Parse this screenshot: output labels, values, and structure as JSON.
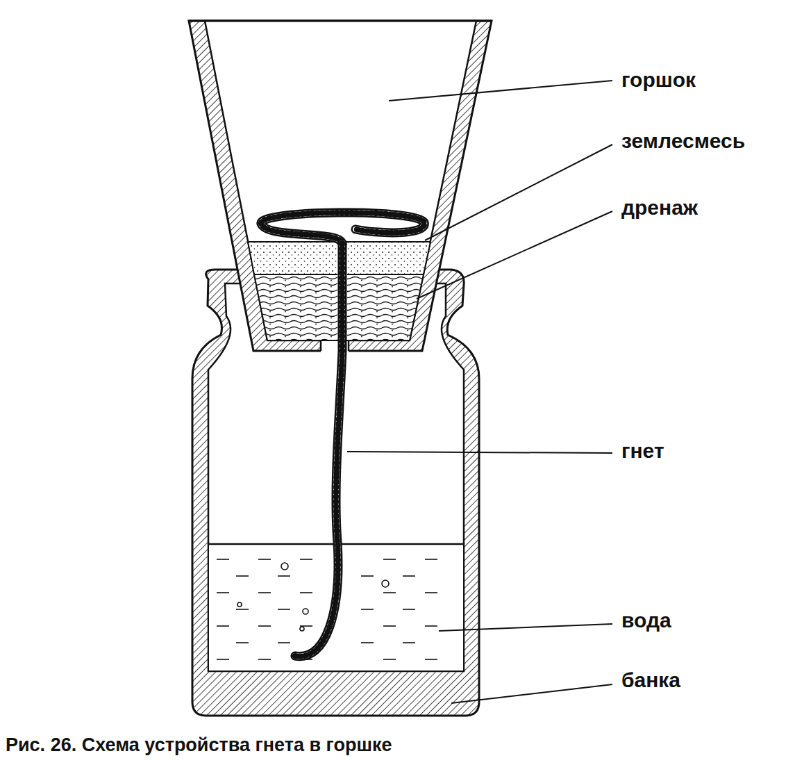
{
  "diagram": {
    "caption": "Рис. 26. Схема устройства гнета в горшке",
    "labels": [
      "горшок",
      "землесмесь",
      "дренаж",
      "гнет",
      "вода",
      "банка"
    ]
  }
}
